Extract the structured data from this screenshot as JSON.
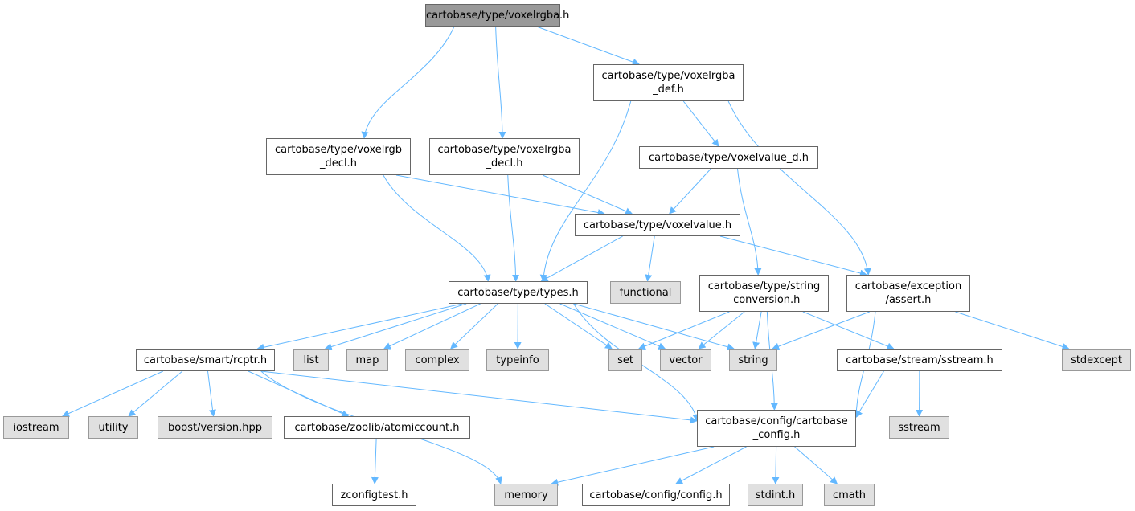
{
  "graph": {
    "title": "cartobase/type/voxelrgba.h",
    "edge_color": "#63b8ff",
    "node_colors": {
      "root": "#999999",
      "local": "#ffffff",
      "system": "#e0e0e0"
    },
    "nodes": [
      {
        "id": "root",
        "lines": [
          "cartobase/type/voxelrgba.h"
        ],
        "kind": "root"
      },
      {
        "id": "rgba_def",
        "lines": [
          "cartobase/type/voxelrgba",
          "_def.h"
        ],
        "kind": "local"
      },
      {
        "id": "rgb_decl",
        "lines": [
          "cartobase/type/voxelrgb",
          "_decl.h"
        ],
        "kind": "local"
      },
      {
        "id": "rgba_decl",
        "lines": [
          "cartobase/type/voxelrgba",
          "_decl.h"
        ],
        "kind": "local"
      },
      {
        "id": "value_d",
        "lines": [
          "cartobase/type/voxelvalue_d.h"
        ],
        "kind": "local"
      },
      {
        "id": "value",
        "lines": [
          "cartobase/type/voxelvalue.h"
        ],
        "kind": "local"
      },
      {
        "id": "types",
        "lines": [
          "cartobase/type/types.h"
        ],
        "kind": "local"
      },
      {
        "id": "functional",
        "lines": [
          "functional"
        ],
        "kind": "system"
      },
      {
        "id": "strconv",
        "lines": [
          "cartobase/type/string",
          "_conversion.h"
        ],
        "kind": "local"
      },
      {
        "id": "assert",
        "lines": [
          "cartobase/exception",
          "/assert.h"
        ],
        "kind": "local"
      },
      {
        "id": "rcptr",
        "lines": [
          "cartobase/smart/rcptr.h"
        ],
        "kind": "local"
      },
      {
        "id": "list",
        "lines": [
          "list"
        ],
        "kind": "system"
      },
      {
        "id": "map",
        "lines": [
          "map"
        ],
        "kind": "system"
      },
      {
        "id": "complex",
        "lines": [
          "complex"
        ],
        "kind": "system"
      },
      {
        "id": "typeinfo",
        "lines": [
          "typeinfo"
        ],
        "kind": "system"
      },
      {
        "id": "set",
        "lines": [
          "set"
        ],
        "kind": "system"
      },
      {
        "id": "vector",
        "lines": [
          "vector"
        ],
        "kind": "system"
      },
      {
        "id": "string",
        "lines": [
          "string"
        ],
        "kind": "system"
      },
      {
        "id": "sstream_h",
        "lines": [
          "cartobase/stream/sstream.h"
        ],
        "kind": "local"
      },
      {
        "id": "stdexcept",
        "lines": [
          "stdexcept"
        ],
        "kind": "system"
      },
      {
        "id": "iostream",
        "lines": [
          "iostream"
        ],
        "kind": "system"
      },
      {
        "id": "utility",
        "lines": [
          "utility"
        ],
        "kind": "system"
      },
      {
        "id": "boostver",
        "lines": [
          "boost/version.hpp"
        ],
        "kind": "system"
      },
      {
        "id": "atomic",
        "lines": [
          "cartobase/zoolib/atomiccount.h"
        ],
        "kind": "local"
      },
      {
        "id": "cbconfig",
        "lines": [
          "cartobase/config/cartobase",
          "_config.h"
        ],
        "kind": "local"
      },
      {
        "id": "sstream",
        "lines": [
          "sstream"
        ],
        "kind": "system"
      },
      {
        "id": "zconfig",
        "lines": [
          "zconfigtest.h"
        ],
        "kind": "local"
      },
      {
        "id": "memory",
        "lines": [
          "memory"
        ],
        "kind": "system"
      },
      {
        "id": "config",
        "lines": [
          "cartobase/config/config.h"
        ],
        "kind": "local"
      },
      {
        "id": "stdint",
        "lines": [
          "stdint.h"
        ],
        "kind": "system"
      },
      {
        "id": "cmath",
        "lines": [
          "cmath"
        ],
        "kind": "system"
      }
    ],
    "edges": [
      [
        "root",
        "rgb_decl"
      ],
      [
        "root",
        "rgba_decl"
      ],
      [
        "root",
        "rgba_def"
      ],
      [
        "rgba_def",
        "types"
      ],
      [
        "rgba_def",
        "value_d"
      ],
      [
        "rgba_def",
        "assert"
      ],
      [
        "rgb_decl",
        "types"
      ],
      [
        "rgb_decl",
        "value"
      ],
      [
        "rgba_decl",
        "types"
      ],
      [
        "rgba_decl",
        "value"
      ],
      [
        "value_d",
        "value"
      ],
      [
        "value_d",
        "strconv"
      ],
      [
        "value",
        "types"
      ],
      [
        "value",
        "functional"
      ],
      [
        "value",
        "assert"
      ],
      [
        "types",
        "rcptr"
      ],
      [
        "types",
        "list"
      ],
      [
        "types",
        "map"
      ],
      [
        "types",
        "complex"
      ],
      [
        "types",
        "typeinfo"
      ],
      [
        "types",
        "set"
      ],
      [
        "types",
        "vector"
      ],
      [
        "types",
        "string"
      ],
      [
        "types",
        "cbconfig"
      ],
      [
        "strconv",
        "set"
      ],
      [
        "strconv",
        "vector"
      ],
      [
        "strconv",
        "string"
      ],
      [
        "strconv",
        "sstream_h"
      ],
      [
        "strconv",
        "cbconfig"
      ],
      [
        "assert",
        "string"
      ],
      [
        "assert",
        "stdexcept"
      ],
      [
        "assert",
        "cbconfig"
      ],
      [
        "rcptr",
        "iostream"
      ],
      [
        "rcptr",
        "utility"
      ],
      [
        "rcptr",
        "boostver"
      ],
      [
        "rcptr",
        "atomic"
      ],
      [
        "rcptr",
        "memory"
      ],
      [
        "rcptr",
        "cbconfig"
      ],
      [
        "atomic",
        "zconfig"
      ],
      [
        "sstream_h",
        "cbconfig"
      ],
      [
        "sstream_h",
        "sstream"
      ],
      [
        "cbconfig",
        "memory"
      ],
      [
        "cbconfig",
        "config"
      ],
      [
        "cbconfig",
        "stdint"
      ],
      [
        "cbconfig",
        "cmath"
      ]
    ]
  }
}
